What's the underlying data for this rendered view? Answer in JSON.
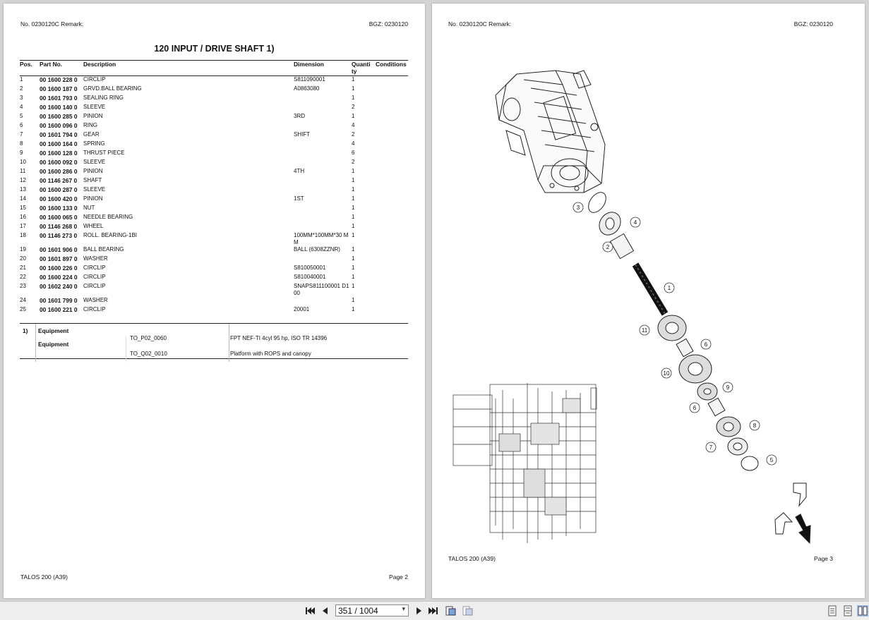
{
  "left_page": {
    "header_left": "No. 0230120C   Remark:",
    "header_right": "BGZ: 0230120",
    "title": "120 INPUT / DRIVE SHAFT  1)",
    "columns": [
      "Pos.",
      "Part No.",
      "Description",
      "Dimension",
      "Quanti ty",
      "Conditions"
    ],
    "rows": [
      {
        "pos": "1",
        "part": "00 1600 228 0",
        "desc": "CIRCLIP",
        "dim": "S811090001",
        "qty": "1"
      },
      {
        "pos": "2",
        "part": "00 1600 187 0",
        "desc": "GRVD.BALL BEARING",
        "dim": "A0863080",
        "qty": "1"
      },
      {
        "pos": "3",
        "part": "00 1601 793 0",
        "desc": "SEALING RING",
        "dim": "",
        "qty": "1"
      },
      {
        "pos": "4",
        "part": "00 1600 140 0",
        "desc": "SLEEVE",
        "dim": "",
        "qty": "2"
      },
      {
        "pos": "5",
        "part": "00 1600 285 0",
        "desc": "PINION",
        "dim": "3RD",
        "qty": "1"
      },
      {
        "pos": "6",
        "part": "00 1600 096 0",
        "desc": "RING",
        "dim": "",
        "qty": "4"
      },
      {
        "pos": "7",
        "part": "00 1601 794 0",
        "desc": "GEAR",
        "dim": "SHIFT",
        "qty": "2"
      },
      {
        "pos": "8",
        "part": "00 1600 164 0",
        "desc": "SPRING",
        "dim": "",
        "qty": "4"
      },
      {
        "pos": "9",
        "part": "00 1600 128 0",
        "desc": "THRUST PIECE",
        "dim": "",
        "qty": "6"
      },
      {
        "pos": "10",
        "part": "00 1600 092 0",
        "desc": "SLEEVE",
        "dim": "",
        "qty": "2"
      },
      {
        "pos": "11",
        "part": "00 1600 286 0",
        "desc": "PINION",
        "dim": "4TH",
        "qty": "1"
      },
      {
        "pos": "12",
        "part": "00 1146 267 0",
        "desc": "SHAFT",
        "dim": "",
        "qty": "1"
      },
      {
        "pos": "13",
        "part": "00 1600 287 0",
        "desc": "SLEEVE",
        "dim": "",
        "qty": "1"
      },
      {
        "pos": "14",
        "part": "00 1600 420 0",
        "desc": "PINION",
        "dim": "1ST",
        "qty": "1"
      },
      {
        "pos": "15",
        "part": "00 1600 133 0",
        "desc": "NUT",
        "dim": "",
        "qty": "1"
      },
      {
        "pos": "16",
        "part": "00 1600 065 0",
        "desc": "NEEDLE BEARING",
        "dim": "",
        "qty": "1"
      },
      {
        "pos": "17",
        "part": "00 1146 268 0",
        "desc": "WHEEL",
        "dim": "",
        "qty": "1"
      },
      {
        "pos": "18",
        "part": "00 1146 273 0",
        "desc": "ROLL. BEARING-1BI",
        "dim": "100MM*100MM*30 MM",
        "qty": "1"
      },
      {
        "pos": "19",
        "part": "00 1601 906 0",
        "desc": "BALL BEARING",
        "dim": "BALL (6308ZZNR)",
        "qty": "1"
      },
      {
        "pos": "20",
        "part": "00 1601 897 0",
        "desc": "WASHER",
        "dim": "",
        "qty": "1"
      },
      {
        "pos": "21",
        "part": "00 1600 226 0",
        "desc": "CIRCLIP",
        "dim": "S810050001",
        "qty": "1"
      },
      {
        "pos": "22",
        "part": "00 1600 224 0",
        "desc": "CIRCLIP",
        "dim": "S810040001",
        "qty": "1"
      },
      {
        "pos": "23",
        "part": "00 1602 240 0",
        "desc": "CIRCLIP",
        "dim": "SNAPS811100001 D100",
        "qty": "1"
      },
      {
        "pos": "24",
        "part": "00 1601 799 0",
        "desc": "WASHER",
        "dim": "",
        "qty": "1"
      },
      {
        "pos": "25",
        "part": "00 1600 221 0",
        "desc": "CIRCLIP",
        "dim": "20001",
        "qty": "1"
      }
    ],
    "footnote": {
      "marker": "1)",
      "label1": "Equipment",
      "label2": "Equipment",
      "code1": "TO_P02_0060",
      "desc1": "FPT NEF-TI 4cyl 95 hp, ISO TR 14396",
      "code2": "TO_Q02_0010",
      "desc2": "Platform with ROPS and canopy"
    },
    "footer_left": "TALOS 200 (A39)",
    "footer_right": "Page 2"
  },
  "right_page": {
    "header_left": "No. 0230120C   Remark:",
    "header_right": "BGZ: 0230120",
    "callouts": [
      "3",
      "4",
      "2",
      "1",
      "11",
      "6",
      "10",
      "9",
      "6",
      "8",
      "7",
      "5"
    ],
    "footer_left": "TALOS 200 (A39)",
    "footer_right": "Page 3"
  },
  "toolbar": {
    "page_value": "351 / 1004",
    "icons": [
      "first-page-icon",
      "prev-page-icon",
      "next-page-icon",
      "last-page-icon",
      "fit-page-icon",
      "fit-width-icon",
      "single-page-view-icon",
      "continuous-view-icon",
      "two-page-view-icon"
    ]
  }
}
